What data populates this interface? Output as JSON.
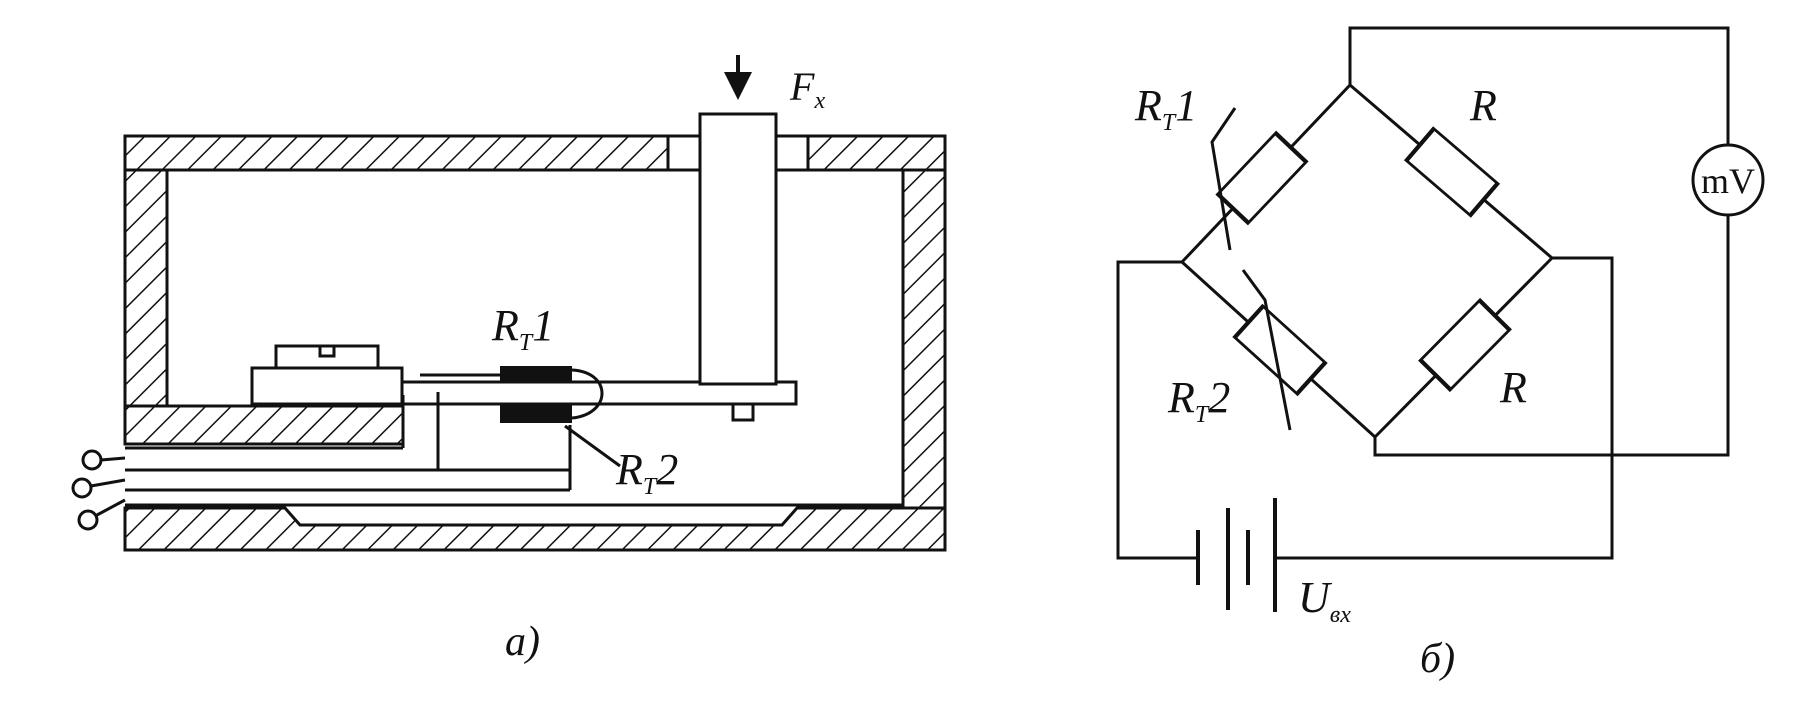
{
  "left_diagram": {
    "force_label": "F",
    "force_sub": "x",
    "rt1_main": "R",
    "rt1_sub": "T",
    "rt1_suffix": "1",
    "rt2_main": "R",
    "rt2_sub": "T",
    "rt2_suffix": "2",
    "caption": "а)"
  },
  "right_diagram": {
    "rt1_main": "R",
    "rt1_sub": "T",
    "rt1_suffix": "1",
    "rt2_main": "R",
    "rt2_sub": "T",
    "rt2_suffix": "2",
    "r_top": "R",
    "r_bottom": "R",
    "meter_label": "mV",
    "voltage_main": "U",
    "voltage_sub": "вх",
    "caption": "б)"
  }
}
